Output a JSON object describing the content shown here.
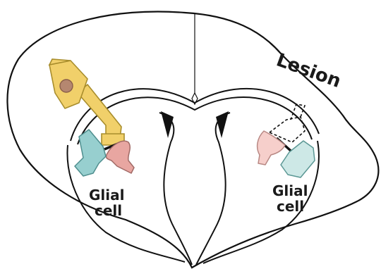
{
  "labels": {
    "lesion": "Lesion",
    "glial_left_line1": "Glial",
    "glial_left_line2": "cell",
    "glial_right_line1": "Glial",
    "glial_right_line2": "cell"
  },
  "colors": {
    "outline": "#111111",
    "neuron_fill": "#f1d06a",
    "neuron_stroke": "#a88d2c",
    "nucleus_fill": "#b58770",
    "glia_left_fill": "#97cfcf",
    "glia_right_fill": "#cde8e6",
    "dendrite_left_fill": "#e8a6a1",
    "dendrite_right_fill": "#f6cfcb"
  }
}
